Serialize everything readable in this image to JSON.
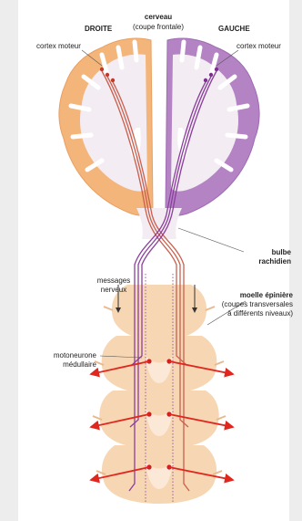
{
  "labels": {
    "droite": "DROITE",
    "cerveau": "cerveau",
    "coupe_frontale": "(coupe frontale)",
    "gauche": "GAUCHE",
    "cortex_gauche": "cortex moteur",
    "cortex_droite": "cortex moteur",
    "bulbe": "bulbe",
    "rachidien": "rachidien",
    "messages": "messages",
    "nerveux": "nerveux",
    "moelle": "moelle épinière",
    "coupes_1": "(coupes transversales",
    "coupes_2": "à différents niveaux)",
    "motoneurone": "motoneurone",
    "medullaire": "médullaire"
  },
  "colors": {
    "orange_hemisphere": "#f4b57a",
    "purple_hemisphere": "#b483c4",
    "white_matter": "#f3ecf3",
    "pathway_orange": "#c9604e",
    "pathway_purple": "#8b3f9d",
    "spinal_cord": "#f6d6b3",
    "arrow_red": "#e0261d"
  },
  "icons": [
    "arrow-down-icon",
    "arrow-down-icon",
    "arrow-out-icon"
  ]
}
